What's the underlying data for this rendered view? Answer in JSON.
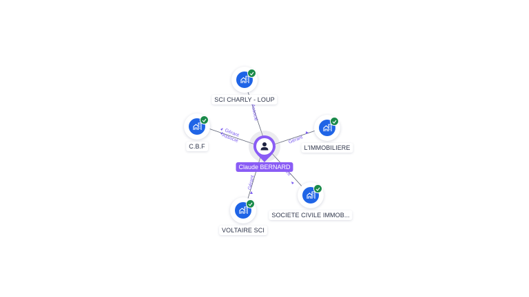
{
  "diagram": {
    "center": {
      "name": "Claude BERNARD",
      "type": "person",
      "icon": "person-icon",
      "color": "#8a5cf5"
    },
    "companies": [
      {
        "id": "sci-charly-loup",
        "name": "SCI CHARLY - LOUP",
        "icon": "building-icon",
        "verified": true,
        "relations": [
          "Associé"
        ]
      },
      {
        "id": "cbf",
        "name": "C.B.F",
        "icon": "building-icon",
        "verified": true,
        "relations": [
          "Gérant",
          "Associé"
        ]
      },
      {
        "id": "limmobiliere",
        "name": "L'IMMOBILIERE",
        "icon": "building-icon",
        "verified": true,
        "relations": [
          "Gérant"
        ]
      },
      {
        "id": "societe-civile",
        "name": "SOCIETE CIVILE IMMOB...",
        "icon": "building-icon",
        "verified": true,
        "relations": [
          "Gérant"
        ]
      },
      {
        "id": "voltaire-sci",
        "name": "VOLTAIRE SCI",
        "icon": "building-icon",
        "verified": true,
        "relations": [
          "Gérant"
        ]
      }
    ],
    "colors": {
      "company_disc": "#1f64e6",
      "verified_badge": "#1a8a4a",
      "edge_label": "#7b5cf0",
      "person_pin": "#8a5cf5"
    }
  }
}
